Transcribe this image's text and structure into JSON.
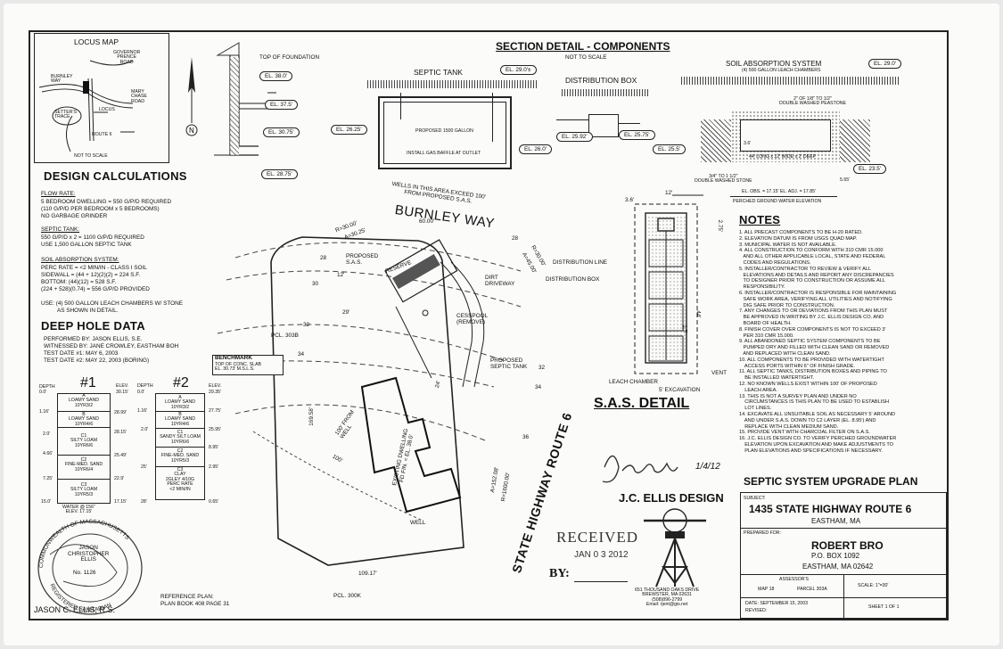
{
  "locus_map": {
    "title": "LOCUS MAP",
    "labels": [
      "GOVERNOR\nPRENCE\nROAD",
      "BURNLEY\nWAY",
      "MARY\nCHASE\nROAD",
      "LOCUS",
      "SETTER'S\nTRACE",
      "ROUTE 6"
    ],
    "scale": "NOT TO SCALE"
  },
  "design_calculations": {
    "title": "DESIGN CALCULATIONS",
    "flow_rate_head": "FLOW RATE:",
    "flow_rate": [
      "5 BEDROOM DWELLING = 550 G/P/D REQUIRED",
      "(110 G/P/D PER BEDROOM x 5 BEDROOMS)",
      "NO GARBAGE GRINDER"
    ],
    "septic_head": "SEPTIC TANK:",
    "septic": [
      "550 G/P/D x 2 = 1100 G/P/D REQUIRED",
      "USE 1,500 GALLON SEPTIC TANK"
    ],
    "soil_head": "SOIL ABSORPTION SYSTEM:",
    "soil": [
      "PERC RATE = <2 MIN/IN - CLASS I SOIL",
      "SIDEWALL = (44 + 12)(2)(2) = 224 S.F.",
      "BOTTOM: (44)(12) = 528 S.F.",
      "(224 + 528)(0.74) = 556 G/P/D PROVIDED"
    ],
    "use": [
      "USE: (4) 500 GALLON LEACH CHAMBERS W/ STONE",
      "AS SHOWN IN DETAIL."
    ]
  },
  "deep_hole": {
    "title": "DEEP HOLE DATA",
    "lines": [
      "PERFORMED BY: JASON ELLIS, S.E.",
      "WITNESSED BY: JANE CROWLEY, EASTHAM BOH",
      "TEST DATE #1: MAY 6, 2003",
      "TEST DATE #2: MAY 22, 2003 (BORING)"
    ],
    "hole1": "#1",
    "hole2": "#2",
    "col_depth": "DEPTH",
    "col_elev": "ELEV.",
    "h1_depths": [
      "0.0'",
      "1.16'",
      "2.0'",
      "4.66'",
      "7.25'",
      "15.0'"
    ],
    "h1_elevs": [
      "30.15'",
      "28.99'",
      "28.15'",
      "25.49'",
      "22.9'",
      "17.15'"
    ],
    "h1_layers": [
      "A\nLOAMY SAND\n10YR3/2",
      "B\nLOAMY SAND\n10YR4/6",
      "C1\nSILTY LOAM\n10YR6/6",
      "C2\nFINE-MED. SAND\n10YR6/4",
      "C3\nSILTY LOAM\n10YR5/3"
    ],
    "h2_depths": [
      "0.0'",
      "1.16'",
      "2.0'",
      "25'",
      "28'"
    ],
    "h2_elevs": [
      "29.35'",
      "27.75'",
      "25.95'",
      "8.95'",
      "2.95'",
      "0.65'"
    ],
    "h2_layers": [
      "A\nLOAMY SAND\n10YR3/2",
      "B\nLOAMY SAND\n10YR4/6",
      "C1\nSANDY SILT LOAM\n10YR6/6",
      "C2\nFINE-MED. SAND\n10YR5/3",
      "C3\nCLAY\n2GLEY 4/10G\nPERC RATE\n<2 MIN/IN"
    ],
    "water": "WATER @ 156\"\nELEV. 17.15'"
  },
  "stamp": {
    "ring_top": "COMMONWEALTH OF MASSACHUSETTS",
    "name": "JASON\nCHRISTOPHER\nELLIS",
    "number": "No. 1126",
    "ring_bottom": "REGISTERED SANITARIAN",
    "signature_name": "JASON C. ELLIS, R.S."
  },
  "reference": [
    "REFERENCE PLAN:",
    "PLAN BOOK 408 PAGE 31"
  ],
  "section_detail": {
    "title": "SECTION DETAIL - COMPONENTS",
    "not_to_scale": "NOT TO SCALE",
    "top_of_foundation": "TOP OF FOUNDATION",
    "foundation_els": [
      "EL. 38.0'",
      "EL. 37.5'",
      "EL. 30.75'",
      "EL. 28.75'"
    ],
    "septic_tank": "SEPTIC TANK",
    "tank_el_top": "EL. 29.0'±",
    "tank_el_in": "EL. 26.25'",
    "tank_el_out": "EL. 26.0'",
    "tank_text1": "PROPOSED 1500 GALLON",
    "tank_text2": "INSTALL GAS BAFFLE AT OUTLET",
    "dbox": "DISTRIBUTION BOX",
    "dbox_el_in": "EL. 25.92'",
    "dbox_el_out": "EL. 25.75'",
    "sas": "SOIL ABSORPTION SYSTEM",
    "sas_sub": "(4) 500 GALLON LEACH CHAMBERS",
    "sas_el_top": "EL. 29.0'",
    "sas_el_inv": "EL. 25.5'",
    "sas_el_bot": "EL. 23.5'",
    "stone": "2\" OF 1/8\" TO 1/2\"\nDOUBLE WASHED PEASTONE",
    "chamber": "44' LONG x 12' WIDE x 2' DEEP",
    "stone2": "3/4\" TO 1 1/2\"\nDOUBLE WASHED STONE",
    "dim1": "3.6'",
    "dim2": "5.65'",
    "elev_note": "EL. OBS. = 17.15'  EL. ADJ. = 17.85'",
    "ground_water": "PERCHED GROUND WATER ELEVATION"
  },
  "site_plan": {
    "wells_note": "WELLS IN THIS AREA EXCEED 100'\nFROM PROPOSED S.A.S.",
    "road": "BURNLEY WAY",
    "highway": "STATE HIGHWAY ROUTE 6",
    "labels": [
      "R=30.00'",
      "A=30.25'",
      "60.00'",
      "R=30.00'",
      "A=45.00'",
      "28",
      "28",
      "30",
      "32",
      "34",
      "36",
      "32",
      "34",
      "PROPOSED\nS.A.S.",
      "RESERVE",
      "DIRT\nDRIVEWAY",
      "CESSPOOL\n(REMOVE)",
      "PROPOSED\nSEPTIC TANK",
      "12'",
      "29'",
      "PCL. 303B",
      "169.58'",
      "100' FROM\nWELL",
      "100'",
      "EXISTING DWELLING\nFD FIN. = EL. 38.0'",
      "24'",
      "A=152.08'",
      "R=1600.00'",
      "WELL",
      "109.17'",
      "PCL. 300K"
    ],
    "benchmark_title": "BENCHMARK",
    "benchmark_text": "TOP OF CONC. SLAB\nEL. 30.73' M.S.L.S."
  },
  "sas_detail": {
    "title": "S.A.S. DETAIL",
    "labels": [
      "DISTRIBUTION LINE",
      "DISTRIBUTION BOX",
      "LEACH CHAMBER",
      "5' EXCAVATION",
      "VENT",
      "3.6'",
      "12'",
      "2.75'",
      "44'",
      "1.5'"
    ]
  },
  "notes": {
    "title": "NOTES",
    "items": [
      "1. ALL PRECAST COMPONENTS TO BE H-20 RATED.",
      "2. ELEVATION DATUM IS FROM USGS QUAD MAP.",
      "3. MUNICIPAL WATER IS NOT AVAILABLE.",
      "4. ALL CONSTRUCTION TO CONFORM WITH 310 CMR 15.000",
      "   AND ALL OTHER APPLICABLE LOCAL, STATE AND FEDERAL",
      "   CODES AND REGULATIONS.",
      "5. INSTALLER/CONTRACTOR TO REVIEW & VERIFY ALL",
      "   ELEVATIONS AND DETAILS AND REPORT ANY DISCREPANCIES",
      "   TO DESIGNER PRIOR TO CONSTRUCTION OR ASSUME ALL",
      "   RESPONSIBILITY.",
      "6. INSTALLER/CONTRACTOR IS RESPONSIBLE FOR MAINTAINING",
      "   SAFE WORK AREA, VERIFYING ALL UTILITIES AND NOTIFYING",
      "   DIG SAFE PRIOR TO CONSTRUCTION.",
      "7. ANY CHANGES TO OR DEVIATIONS FROM THIS PLAN MUST",
      "   BE APPROVED IN WRITING BY J.C. ELLIS DESIGN CO. AND",
      "   BOARD OF HEALTH.",
      "8. FINISH COVER OVER COMPONENTS IS NOT TO EXCEED 3'",
      "   PER 310 CMR 15.000.",
      "9. ALL ABANDONED SEPTIC SYSTEM COMPONENTS TO BE",
      "   PUMPED DRY AND FILLED WITH CLEAN SAND OR REMOVED",
      "   AND REPLACED WITH CLEAN SAND.",
      "10. ALL COMPONENTS TO BE PROVIDED WITH WATERTIGHT",
      "    ACCESS PORTS WITHIN 6\" OF FINISH GRADE.",
      "11. ALL SEPTIC TANKS, DISTRIBUTION BOXES AND PIPING TO",
      "    BE INSTALLED WATERTIGHT.",
      "12. NO KNOWN WELLS EXIST WITHIN 100' OF PROPOSED",
      "    LEACH AREA.",
      "13. THIS IS NOT A SURVEY PLAN AND UNDER NO",
      "    CIRCUMSTANCES IS THIS PLAN TO BE USED TO ESTABLISH",
      "    LOT LINES.",
      "14. EXCAVATE ALL UNSUITABLE SOIL AS NECESSARY 5' AROUND",
      "    AND UNDER S.A.S. DOWN TO C2 LAYER (EL. 8.95') AND",
      "    REPLACE WITH CLEAN MEDIUM SAND.",
      "15. PROVIDE VENT WITH CHARCOAL FILTER ON S.A.S.",
      "16. J.C. ELLIS DESIGN CO. TO VERIFY PERCHED GROUNDWATER",
      "    ELEVATION UPON EXCAVATION AND MAKE ADJUSTMENTS TO",
      "    PLAN ELEVATIONS AND SPECIFICATIONS IF NECESSARY."
    ]
  },
  "signature_date": "1/4/12",
  "company": {
    "name": "J.C. ELLIS DESIGN",
    "address": "651 THOUSAND OAKS DRIVE\nBREWSTER, MA 02631\n(508)896-2799\nEmail: rjent@gis.net"
  },
  "received": {
    "label": "RECEIVED",
    "date": "JAN 0 3 2012",
    "by": "BY:"
  },
  "title_block": {
    "plan_title": "SEPTIC SYSTEM UPGRADE PLAN",
    "subject_label": "SUBJECT:",
    "subject": "1435 STATE HIGHWAY ROUTE 6",
    "town": "EASTHAM, MA",
    "prepared_label": "PREPARED FOR:",
    "owner": "ROBERT BRO",
    "po_box": "P.O. BOX 1092",
    "owner_town": "EASTHAM, MA 02642",
    "assessors": "ASSESSOR'S",
    "map": "MAP  18",
    "parcel": "PARCEL  303A",
    "scale": "SCALE: 1\"=30'",
    "date": "DATE: SEPTEMBER 15, 2003",
    "revised": "REVISED:",
    "sheet": "SHEET  1  OF  1"
  }
}
